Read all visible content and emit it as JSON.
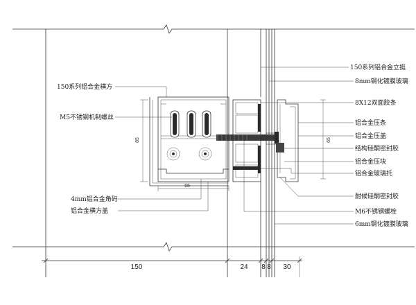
{
  "labels": {
    "crossbeam": "150系列铝合金横方",
    "screw": "M5不锈钢机制螺丝",
    "angle_code": "4mm铝合金角码",
    "beam_cover": "铝合金横方盖",
    "mullion": "150系列铝合金立挺",
    "glass8": "8mm钢化镀膜玻璃",
    "tape": "8X12双面胶条",
    "pressure_strip": "铝合金压条",
    "press_cover": "铝合金压盖",
    "structural_sealant": "结构硅酮密封胶",
    "press_block": "铝合金压块",
    "glass_holder": "铝合金玻璃托",
    "weather_sealant": "耐候硅酮密封胶",
    "bolt": "M6不锈钢螺栓",
    "glass6": "6mm钢化镀膜玻璃"
  },
  "dims": {
    "d150": "150",
    "d24": "24",
    "d8a": "8",
    "d8b": "8",
    "d30": "30",
    "d65_bottom": "65",
    "d85_left": "85",
    "d65_right": "65"
  }
}
